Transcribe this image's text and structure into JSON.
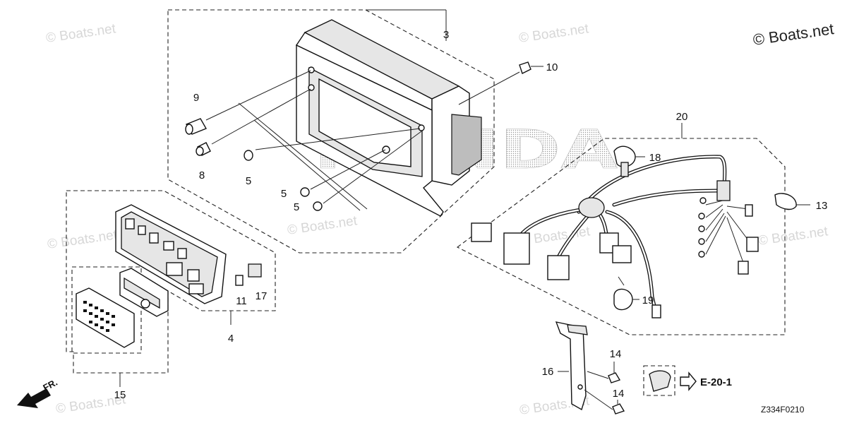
{
  "watermarks": [
    "© Boats.net",
    "© Boats.net",
    "© Boats.net",
    "© Boats.net",
    "© Boats.net",
    "© Boats.net",
    "© Boats.net",
    "© Boats.net"
  ],
  "copyright": "© Boats.net",
  "part_labels": {
    "p3": "3",
    "p9": "9",
    "p8": "8",
    "p5a": "5",
    "p5b": "5",
    "p5c": "5",
    "p10": "10",
    "p20": "20",
    "p18": "18",
    "p13": "13",
    "p19": "19",
    "p4": "4",
    "p11": "11",
    "p17": "17",
    "p15": "15",
    "p16": "16",
    "p14a": "14",
    "p14b": "14"
  },
  "reference": "E-20-1",
  "direction": "FR.",
  "diagram_code": "Z334F0210",
  "logo_text": "HONDA"
}
